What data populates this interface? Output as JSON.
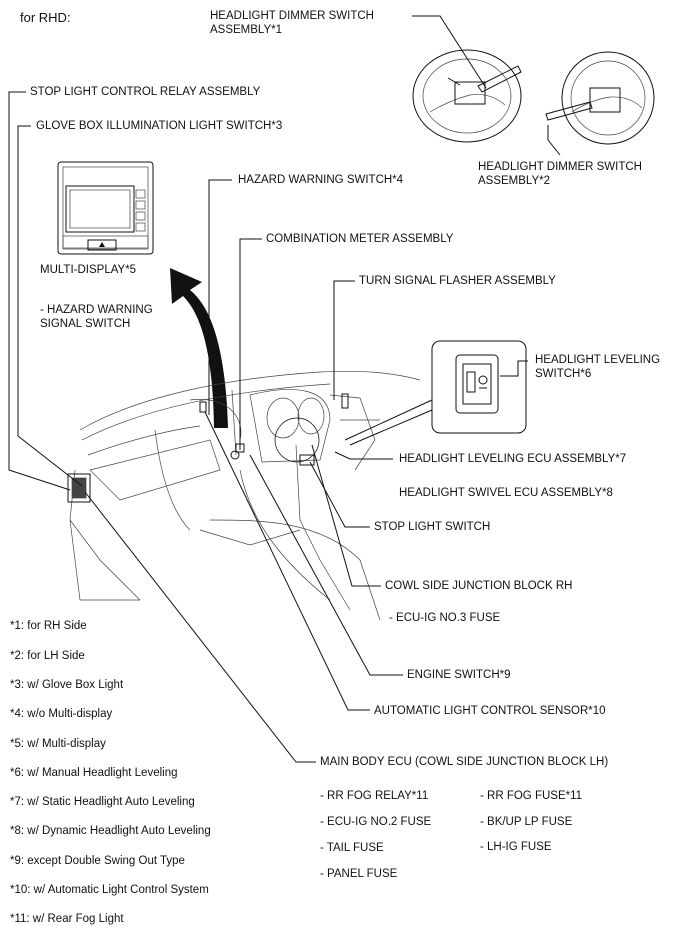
{
  "header": {
    "title": "for RHD:"
  },
  "labels": {
    "dimmer1": "HEADLIGHT DIMMER SWITCH\nASSEMBLY*1",
    "dimmer2": "HEADLIGHT DIMMER SWITCH\nASSEMBLY*2",
    "stop_relay": "STOP LIGHT CONTROL RELAY ASSEMBLY",
    "glove": "GLOVE BOX ILLUMINATION LIGHT SWITCH*3",
    "hazard": "HAZARD WARNING SWITCH*4",
    "meter": "COMBINATION METER ASSEMBLY",
    "multi": "MULTI-DISPLAY*5",
    "hazard_signal": "- HAZARD WARNING\nSIGNAL SWITCH",
    "flasher": "TURN SIGNAL FLASHER ASSEMBLY",
    "leveling_sw": "HEADLIGHT LEVELING\nSWITCH*6",
    "leveling_ecu": "HEADLIGHT LEVELING ECU ASSEMBLY*7",
    "swivel_ecu": "HEADLIGHT SWIVEL ECU ASSEMBLY*8",
    "stop_sw": "STOP LIGHT SWITCH",
    "cowl_rh": "COWL SIDE JUNCTION BLOCK RH",
    "ecu_ig3": "- ECU-IG NO.3 FUSE",
    "engine_sw": "ENGINE SWITCH*9",
    "auto_sensor": "AUTOMATIC LIGHT CONTROL SENSOR*10",
    "main_ecu": "MAIN BODY ECU (COWL SIDE JUNCTION BLOCK LH)",
    "rr_fog_relay": "- RR FOG RELAY*11",
    "ecu_ig2": "- ECU-IG NO.2 FUSE",
    "tail": "- TAIL FUSE",
    "panel": "- PANEL FUSE",
    "rr_fog_fuse": "- RR FOG FUSE*11",
    "bk_up": "- BK/UP LP FUSE",
    "lh_ig": "- LH-IG FUSE"
  },
  "notes": [
    "*1: for RH Side",
    "*2: for LH Side",
    "*3: w/ Glove Box Light",
    "*4: w/o Multi-display",
    "*5: w/ Multi-display",
    "*6: w/ Manual Headlight Leveling",
    "*7: w/ Static Headlight Auto Leveling",
    "*8: w/ Dynamic Headlight Auto Leveling",
    "*9: except Double Swing Out Type",
    "*10: w/ Automatic Light Control System",
    "*11: w/ Rear Fog Light"
  ]
}
